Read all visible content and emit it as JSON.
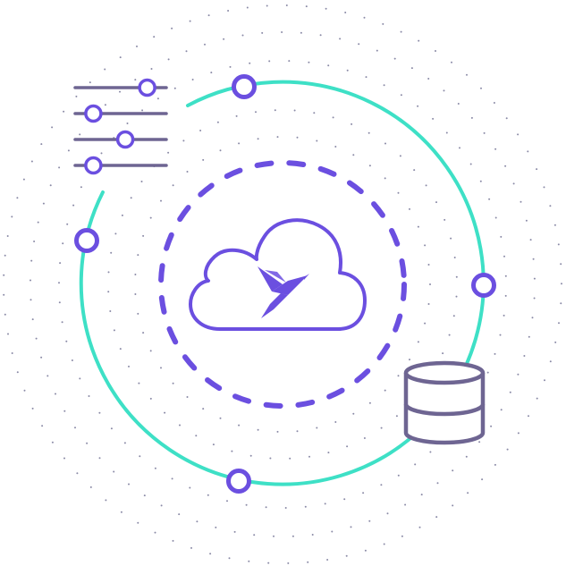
{
  "colors": {
    "teal": "#3ee0c6",
    "purple": "#6b4fe0",
    "slate": "#6e6592",
    "dot": "#8a8aa6",
    "background": "#ffffff"
  },
  "icons": {
    "center": "cloud-with-hummingbird-icon",
    "top_left": "sliders-icon",
    "bottom_right": "database-icon"
  },
  "sliders": {
    "knob_positions": [
      0.79,
      0.2,
      0.55,
      0.2
    ]
  },
  "orbit": {
    "node_count": 4
  }
}
